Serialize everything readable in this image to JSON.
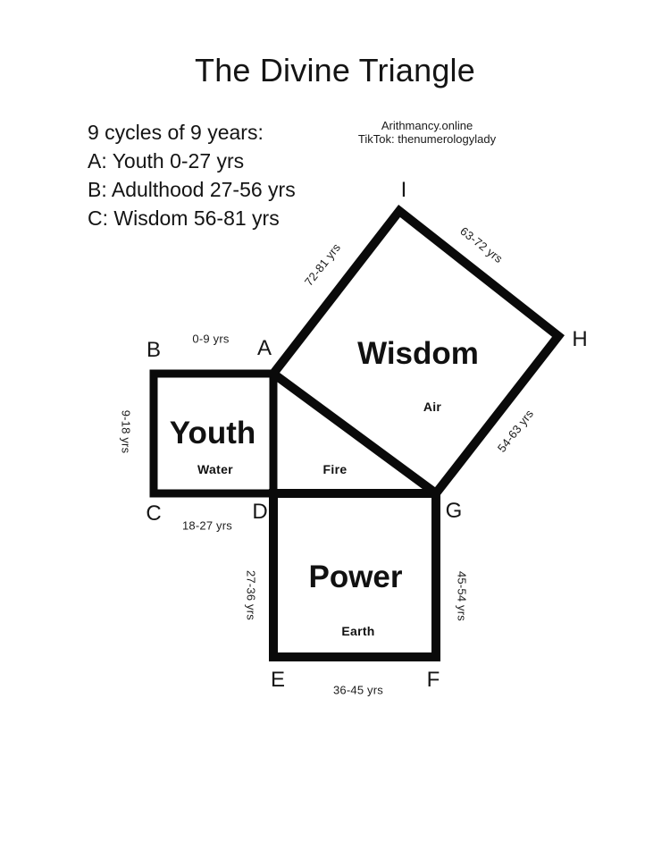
{
  "title": "The Divine Triangle",
  "legend": {
    "heading": "9 cycles of 9 years:",
    "cycle_a": "A: Youth 0-27 yrs",
    "cycle_b": "B: Adulthood 27-56 yrs",
    "cycle_c": "C: Wisdom 56-81 yrs"
  },
  "credits": {
    "website": "Arithmancy.online",
    "tiktok": "TikTok: thenumerologylady"
  },
  "diagram": {
    "regions": {
      "youth": {
        "name": "Youth",
        "element": "Water"
      },
      "wisdom": {
        "name": "Wisdom",
        "element": "Air"
      },
      "power": {
        "name": "Power",
        "element": "Earth"
      },
      "triangle": {
        "element": "Fire"
      }
    },
    "vertices": {
      "a": "A",
      "b": "B",
      "c": "C",
      "d": "D",
      "e": "E",
      "f": "F",
      "g": "G",
      "h": "H",
      "i": "I"
    },
    "edges": {
      "ab": "0-9 yrs",
      "bc": "9-18 yrs",
      "cd": "18-27 yrs",
      "de": "27-36 yrs",
      "ef": "36-45 yrs",
      "fg": "45-54 yrs",
      "gh": "54-63 yrs",
      "hi": "63-72 yrs",
      "ia": "72-81 yrs"
    }
  },
  "colors": {
    "ink": "#161616",
    "line": "#0a0a0a",
    "background": "#ffffff"
  }
}
